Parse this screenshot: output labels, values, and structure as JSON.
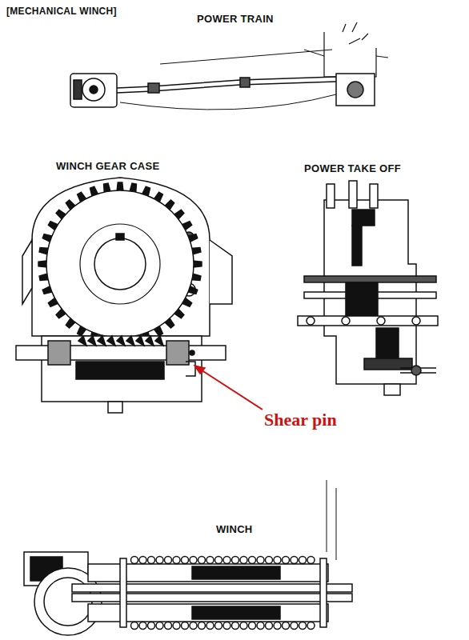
{
  "diagram": {
    "title": "[MECHANICAL WINCH]",
    "labels": [
      "POWER TRAIN",
      "WINCH GEAR CASE",
      "POWER TAKE OFF",
      "Shear pin",
      "WINCH"
    ]
  }
}
